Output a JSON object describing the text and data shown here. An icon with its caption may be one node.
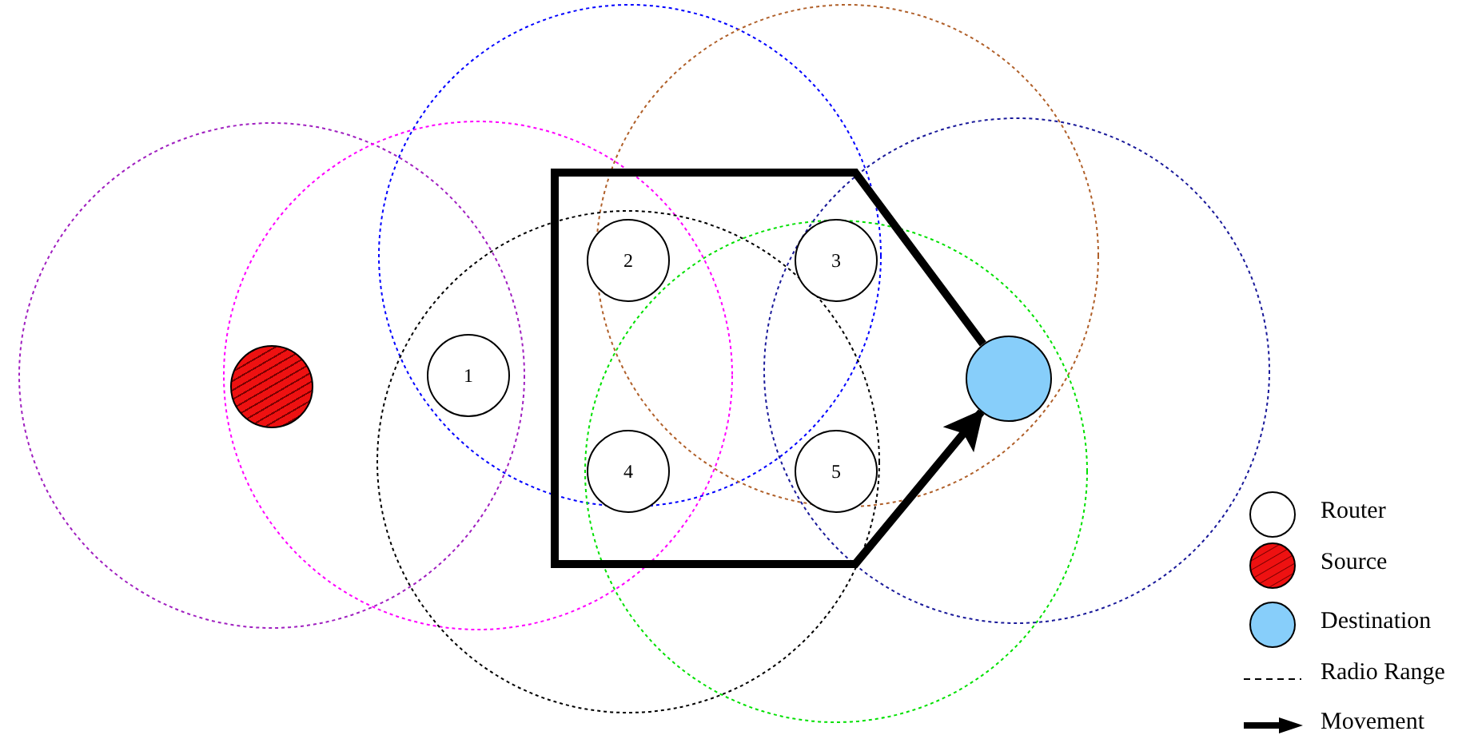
{
  "diagram": {
    "nodes": [
      {
        "text": [],
        "shape": "circle"
      },
      {
        "text": [
          "1"
        ]
      },
      {
        "text": [
          "2"
        ]
      },
      {
        "text": [
          "3"
        ]
      },
      {
        "text": [],
        "shape": "circle"
      },
      {
        "text": [
          "4"
        ]
      },
      {
        "text": [
          "5"
        ]
      }
    ],
    "edges": [
      {
        "from": 4,
        "to": 4,
        "arrow": "to"
      }
    ],
    "legend": [
      {
        "text": "Router"
      },
      {
        "text": "Source"
      },
      {
        "text": "Destination"
      },
      {
        "text": "Radio Range"
      },
      {
        "text": "Movement"
      }
    ]
  }
}
